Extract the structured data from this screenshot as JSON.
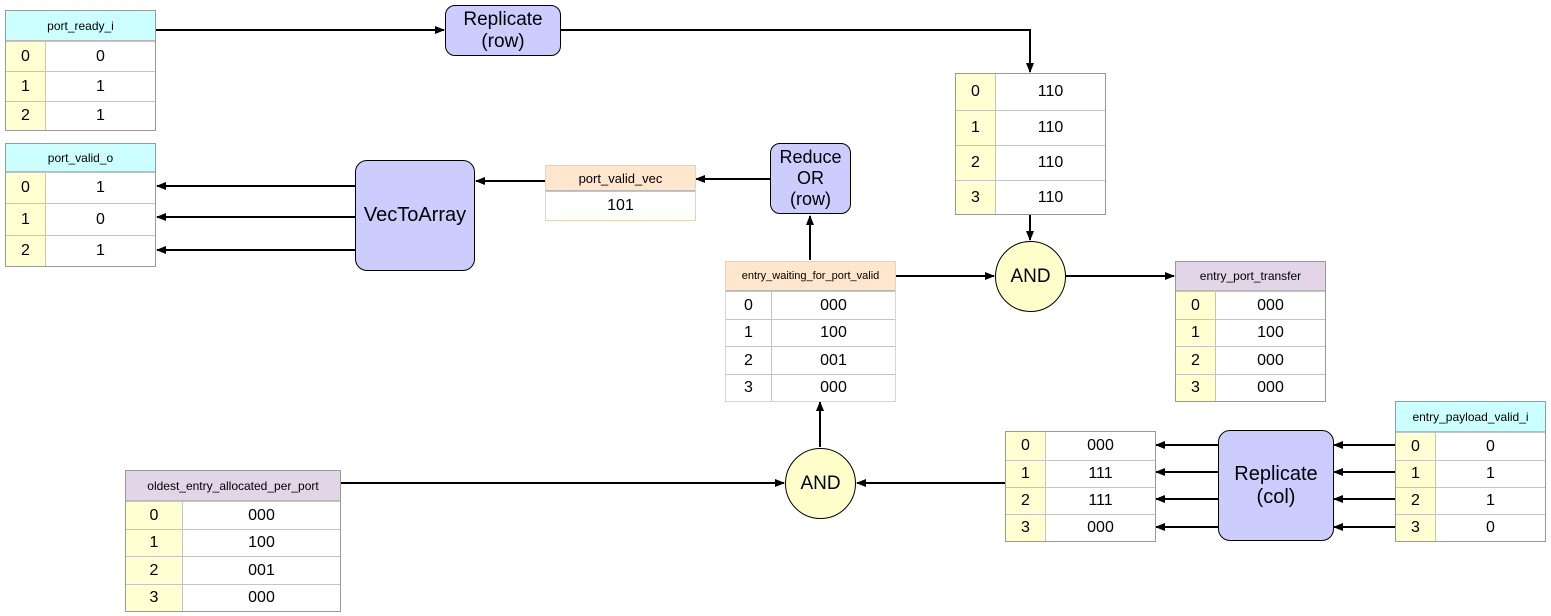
{
  "port_ready_i": {
    "title": "port_ready_i",
    "rows": [
      [
        "0",
        "0"
      ],
      [
        "1",
        "1"
      ],
      [
        "2",
        "1"
      ]
    ]
  },
  "port_valid_o": {
    "title": "port_valid_o",
    "rows": [
      [
        "0",
        "1"
      ],
      [
        "1",
        "0"
      ],
      [
        "2",
        "1"
      ]
    ]
  },
  "replicated_ready": {
    "rows": [
      [
        "0",
        "110"
      ],
      [
        "1",
        "110"
      ],
      [
        "2",
        "110"
      ],
      [
        "3",
        "110"
      ]
    ]
  },
  "port_valid_vec": {
    "title": "port_valid_vec",
    "value": "101"
  },
  "entry_waiting_for_port_valid": {
    "title": "entry_waiting_for_port_valid",
    "rows": [
      [
        "0",
        "000"
      ],
      [
        "1",
        "100"
      ],
      [
        "2",
        "001"
      ],
      [
        "3",
        "000"
      ]
    ]
  },
  "entry_port_transfer": {
    "title": "entry_port_transfer",
    "rows": [
      [
        "0",
        "000"
      ],
      [
        "1",
        "100"
      ],
      [
        "2",
        "000"
      ],
      [
        "3",
        "000"
      ]
    ]
  },
  "entry_payload_valid_i": {
    "title": "entry_payload_valid_i",
    "rows": [
      [
        "0",
        "0"
      ],
      [
        "1",
        "1"
      ],
      [
        "2",
        "1"
      ],
      [
        "3",
        "0"
      ]
    ]
  },
  "replicated_payload": {
    "rows": [
      [
        "0",
        "000"
      ],
      [
        "1",
        "111"
      ],
      [
        "2",
        "111"
      ],
      [
        "3",
        "000"
      ]
    ]
  },
  "oldest_entry_allocated_per_port": {
    "title": "oldest_entry_allocated_per_port",
    "rows": [
      [
        "0",
        "000"
      ],
      [
        "1",
        "100"
      ],
      [
        "2",
        "001"
      ],
      [
        "3",
        "000"
      ]
    ]
  },
  "blocks": {
    "replicate_row": {
      "line1": "Replicate",
      "line2": "(row)"
    },
    "reduce_or": {
      "line1": "Reduce",
      "line2": "OR",
      "line3": "(row)"
    },
    "vec_to_array": "VecToArray",
    "replicate_col": {
      "line1": "Replicate",
      "line2": "(col)"
    }
  },
  "gates": {
    "and_upper": "AND",
    "and_lower": "AND"
  },
  "colors": {
    "cyan": "#ccffff",
    "purple": "#e1d5e7",
    "orange": "#ffe6cc",
    "index": "#ffffd1",
    "block": "#ccccff",
    "gate": "#ffffcc"
  }
}
